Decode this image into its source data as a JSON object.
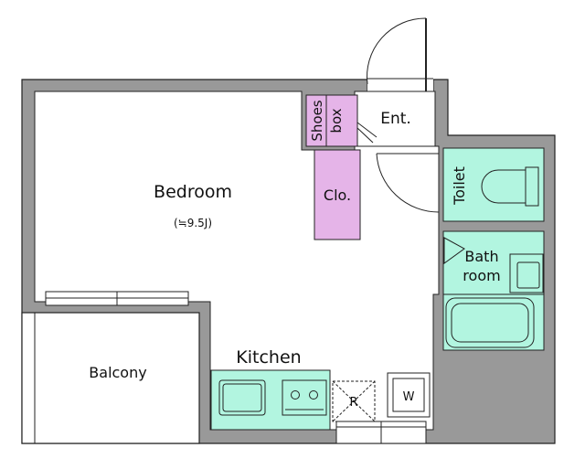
{
  "rooms": {
    "bedroom": {
      "label": "Bedroom",
      "size": "(≒9.5J)"
    },
    "balcony": {
      "label": "Balcony"
    },
    "kitchen": {
      "label": "Kitchen"
    },
    "entrance": {
      "label": "Ent."
    },
    "shoes_box": {
      "line1": "Shoes",
      "line2": "box"
    },
    "closet": {
      "label": "Clo."
    },
    "toilet": {
      "label": "Toilet"
    },
    "bathroom": {
      "line1": "Bath",
      "line2": "room"
    }
  },
  "fixtures": {
    "refrigerator": "R",
    "washer": "W"
  },
  "colors": {
    "wall": "#999999",
    "wet_area": "#b2f5e0",
    "storage": "#e5b4e8",
    "line": "#222222"
  }
}
